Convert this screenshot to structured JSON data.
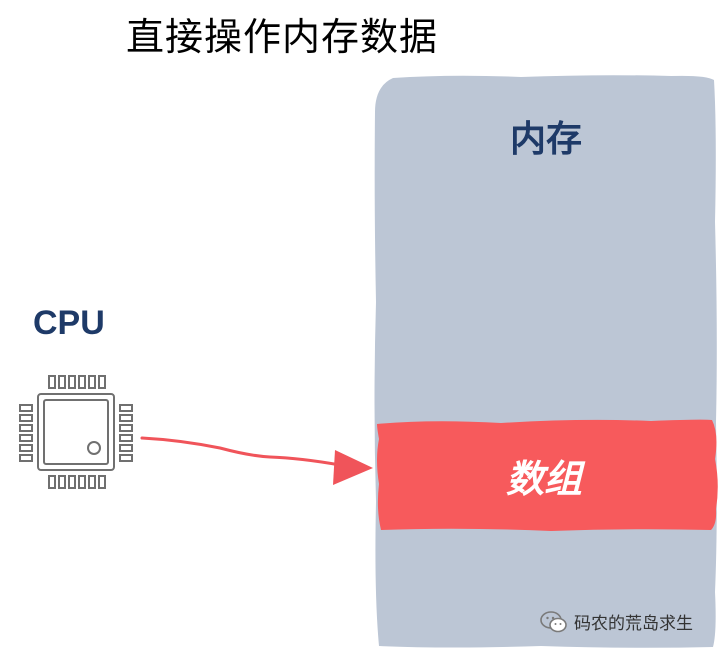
{
  "title": "直接操作内存数据",
  "memory": {
    "label": "内存",
    "fill": "#bcc6d5"
  },
  "array": {
    "label": "数组",
    "fill": "#f75a5c"
  },
  "cpu": {
    "label": "CPU",
    "icon": "cpu-chip-icon",
    "stroke": "#707070"
  },
  "arrow": {
    "color": "#f0545a"
  },
  "watermark": {
    "icon": "wechat-icon",
    "text": "码农的荒岛求生"
  },
  "colors": {
    "label_text": "#1e3a68",
    "background": "#ffffff"
  }
}
